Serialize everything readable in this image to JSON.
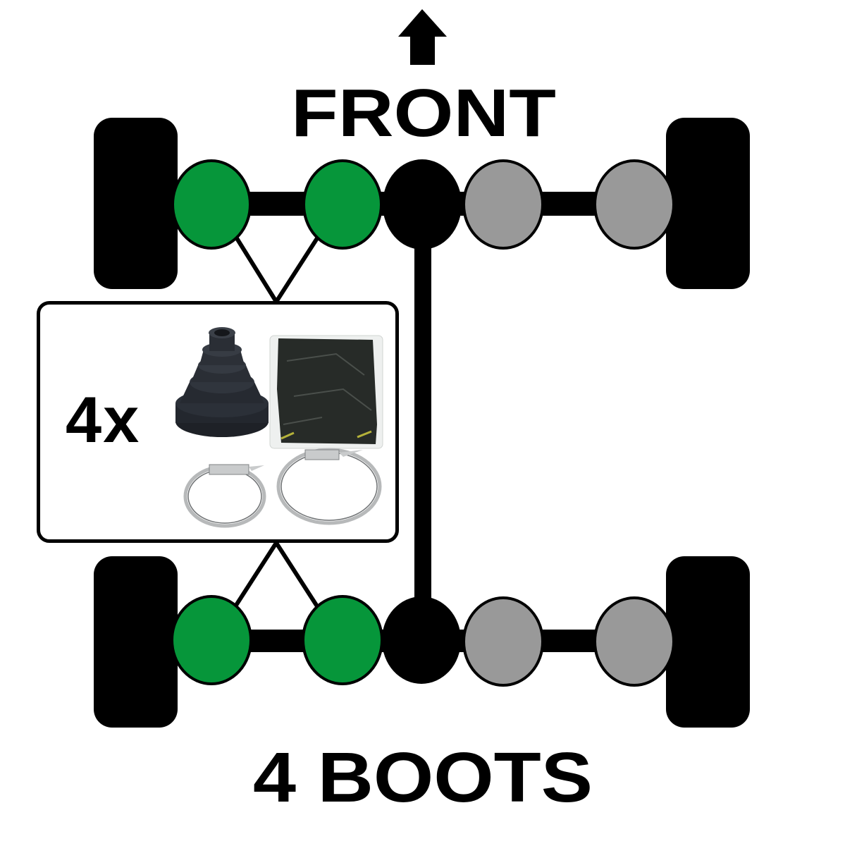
{
  "title": {
    "direction_label": "FRONT",
    "direction_icon": "up-arrow-icon",
    "footer_label": "4 BOOTS"
  },
  "colors": {
    "included_boot": "#06963A",
    "differential": "#000000",
    "not_included_boot": "#999999",
    "wheel": "#000000",
    "outline": "#000000",
    "background": "#FFFFFF"
  },
  "axles": [
    {
      "position": "front",
      "joints": [
        {
          "side": "left",
          "role": "outer",
          "status": "included"
        },
        {
          "side": "left",
          "role": "inner",
          "status": "included"
        },
        {
          "role": "differential"
        },
        {
          "side": "right",
          "role": "inner",
          "status": "not_included"
        },
        {
          "side": "right",
          "role": "outer",
          "status": "not_included"
        }
      ]
    },
    {
      "position": "rear",
      "joints": [
        {
          "side": "left",
          "role": "outer",
          "status": "included"
        },
        {
          "side": "left",
          "role": "inner",
          "status": "included"
        },
        {
          "role": "differential"
        },
        {
          "side": "right",
          "role": "inner",
          "status": "not_included"
        },
        {
          "side": "right",
          "role": "outer",
          "status": "not_included"
        }
      ]
    }
  ],
  "kit_panel": {
    "quantity_label": "4x",
    "items": [
      {
        "name": "cv-boot",
        "icon": "cv-boot-icon"
      },
      {
        "name": "grease-packet",
        "icon": "grease-pack-icon"
      },
      {
        "name": "small-clamp",
        "icon": "clamp-icon"
      },
      {
        "name": "large-clamp",
        "icon": "clamp-icon"
      }
    ]
  }
}
